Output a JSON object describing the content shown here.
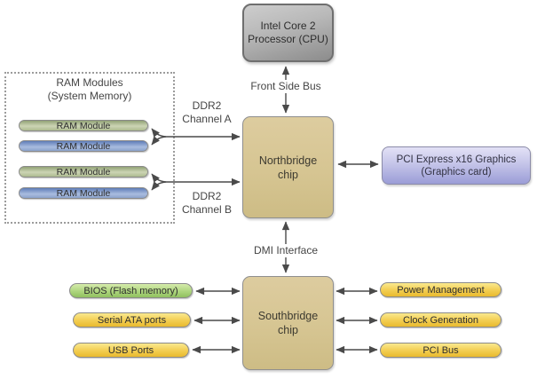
{
  "diagram": {
    "cpu": {
      "line1": "Intel Core 2",
      "line2": "Processor (CPU)"
    },
    "buses": {
      "front_side_bus": "Front Side Bus",
      "dmi": "DMI Interface",
      "ddr2_a": {
        "line1": "DDR2",
        "line2": "Channel A"
      },
      "ddr2_b": {
        "line1": "DDR2",
        "line2": "Channel B"
      }
    },
    "ram_group": {
      "title_line1": "RAM Modules",
      "title_line2": "(System Memory)",
      "modules": [
        {
          "label": "RAM Module",
          "color": "green"
        },
        {
          "label": "RAM Module",
          "color": "blue"
        },
        {
          "label": "RAM Module",
          "color": "green"
        },
        {
          "label": "RAM Module",
          "color": "blue"
        }
      ]
    },
    "northbridge": {
      "line1": "Northbridge",
      "line2": "chip"
    },
    "southbridge": {
      "line1": "Southbridge",
      "line2": "chip"
    },
    "pci_express": {
      "line1": "PCI Express x16 Graphics",
      "line2": "(Graphics card)"
    },
    "south_left_devices": [
      {
        "label": "BIOS (Flash memory)",
        "color": "green"
      },
      {
        "label": "Serial ATA ports",
        "color": "gold"
      },
      {
        "label": "USB Ports",
        "color": "gold"
      }
    ],
    "south_right_devices": [
      {
        "label": "Power Management",
        "color": "gold"
      },
      {
        "label": "Clock Generation",
        "color": "gold"
      },
      {
        "label": "PCI Bus",
        "color": "gold"
      }
    ],
    "colors": {
      "cpu_gray": "#a9a9a9",
      "bridge_tan": "#d6c591",
      "pci_lavender": "#b0b2e0",
      "ram_green": "#a9b88b",
      "ram_blue": "#7b93c6",
      "bios_green": "#a8d178",
      "device_gold": "#f0cc4e",
      "arrow_gray": "#4a4a4a",
      "dotted_border": "#9c9c9c"
    }
  }
}
